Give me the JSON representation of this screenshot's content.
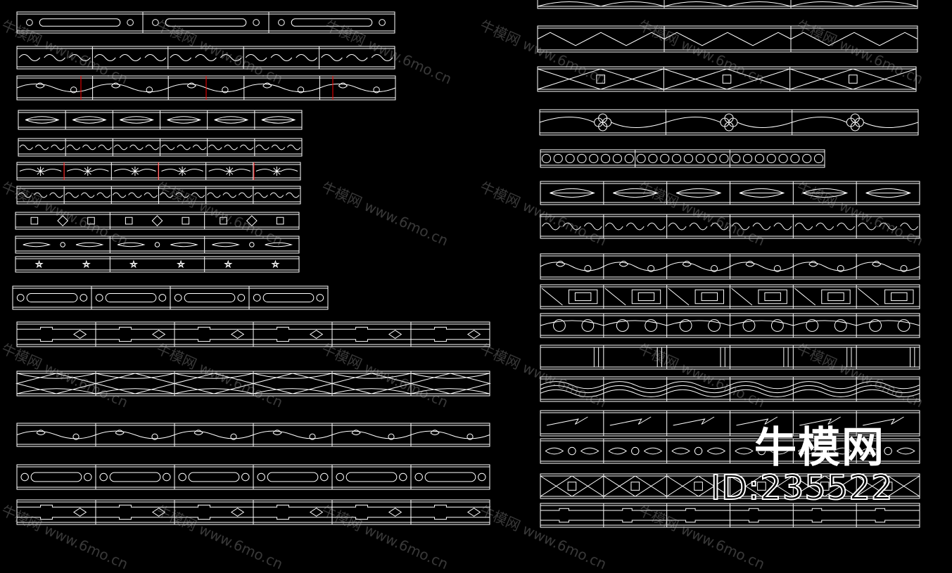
{
  "colors": {
    "background": "#000000",
    "line": "#ffffff",
    "accent": "#ff0000"
  },
  "watermark": {
    "text": "牛模网 www.6mo.cn"
  },
  "brand": {
    "name": "牛模网",
    "id_label": "ID:235522"
  },
  "panels": [
    {
      "pattern": "oval-link"
    },
    {
      "pattern": "scroll-heart"
    },
    {
      "pattern": "vine"
    },
    {
      "pattern": "leaf"
    },
    {
      "pattern": "cloud"
    },
    {
      "pattern": "flower-star"
    },
    {
      "pattern": "cloud"
    },
    {
      "pattern": "square-diamond"
    },
    {
      "pattern": "eye-dot"
    },
    {
      "pattern": "star"
    },
    {
      "pattern": "oval-link"
    },
    {
      "pattern": "meander-diamond"
    },
    {
      "pattern": "lattice-x"
    },
    {
      "pattern": "vine-leaf"
    },
    {
      "pattern": "oval-link"
    },
    {
      "pattern": "meander-diamond"
    },
    {
      "pattern": "arch"
    },
    {
      "pattern": "zigzag"
    },
    {
      "pattern": "diamond-eye"
    },
    {
      "pattern": "quatrefoil"
    },
    {
      "pattern": "circle-chain"
    },
    {
      "pattern": "leaf"
    },
    {
      "pattern": "cloud"
    },
    {
      "pattern": "vine-leaf"
    },
    {
      "pattern": "square-slash"
    },
    {
      "pattern": "circle-wave"
    },
    {
      "pattern": "plain-bars"
    },
    {
      "pattern": "waves"
    },
    {
      "pattern": "bolt"
    },
    {
      "pattern": "eye-dot"
    },
    {
      "pattern": "diamond-eye"
    },
    {
      "pattern": "meander-step"
    }
  ]
}
